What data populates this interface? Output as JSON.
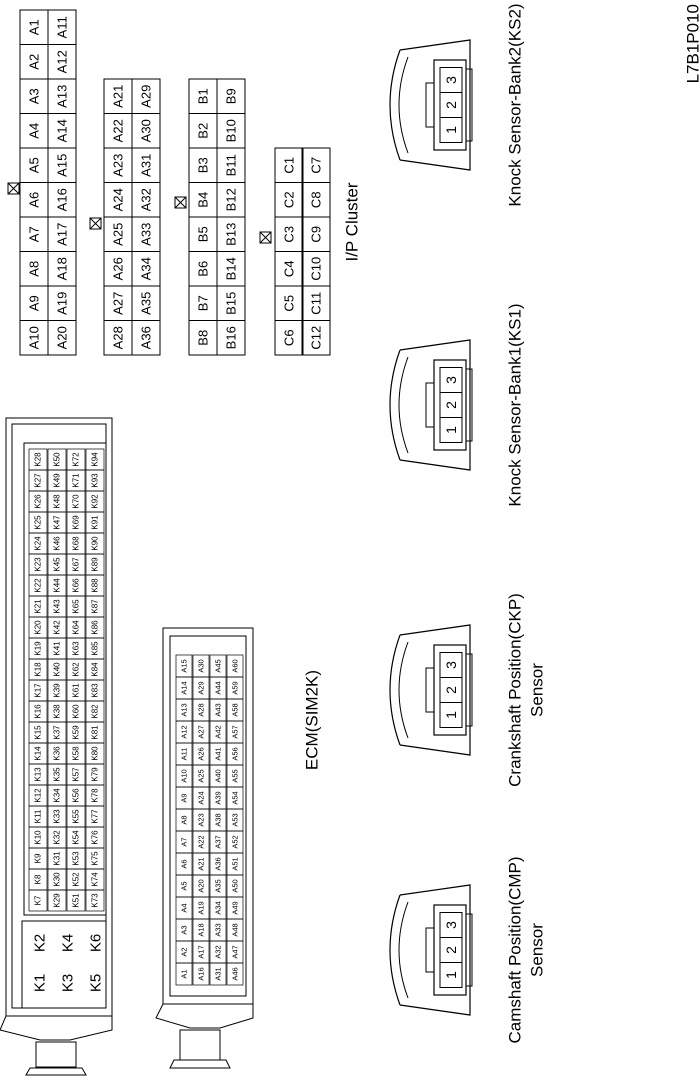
{
  "ip_cluster": {
    "label": "I/P Cluster",
    "rows": [
      [
        "A10",
        "A9",
        "A8",
        "A7",
        "A6",
        "A5",
        "A4",
        "A3",
        "A2",
        "A1"
      ],
      [
        "A20",
        "A19",
        "A18",
        "A17",
        "A16",
        "A15",
        "A14",
        "A13",
        "A12",
        "A11"
      ],
      [
        "A28",
        "A27",
        "A26",
        "A25",
        "A24",
        "A23",
        "A22",
        "A21"
      ],
      [
        "A36",
        "A35",
        "A34",
        "A33",
        "A32",
        "A31",
        "A30",
        "A29"
      ],
      [
        "B8",
        "B7",
        "B6",
        "B5",
        "B4",
        "B3",
        "B2",
        "B1"
      ],
      [
        "B16",
        "B15",
        "B14",
        "B13",
        "B12",
        "B11",
        "B10",
        "B9"
      ],
      [
        "C6",
        "C5",
        "C4",
        "C3",
        "C2",
        "C1"
      ],
      [
        "C12",
        "C11",
        "C10",
        "C9",
        "C8",
        "C7"
      ]
    ]
  },
  "ecm": {
    "label": "ECM(SIM2K)",
    "k_big": [
      [
        "K1",
        "K2"
      ],
      [
        "K3",
        "K4"
      ],
      [
        "K5",
        "K6"
      ]
    ],
    "k_rows": [
      [
        "K7",
        "K8",
        "K9",
        "K10",
        "K11",
        "K12",
        "K13",
        "K14",
        "K15",
        "K16",
        "K17",
        "K18",
        "K19",
        "K20",
        "K21",
        "K22",
        "K23",
        "K24",
        "K25",
        "K26",
        "K27",
        "K28"
      ],
      [
        "K29",
        "K30",
        "K31",
        "K32",
        "K33",
        "K34",
        "K35",
        "K36",
        "K37",
        "K38",
        "K39",
        "K40",
        "K41",
        "K42",
        "K43",
        "K44",
        "K45",
        "K46",
        "K47",
        "K48",
        "K49",
        "K50"
      ],
      [
        "K51",
        "K52",
        "K53",
        "K54",
        "K55",
        "K56",
        "K57",
        "K58",
        "K59",
        "K60",
        "K61",
        "K62",
        "K63",
        "K64",
        "K65",
        "K66",
        "K67",
        "K68",
        "K69",
        "K70",
        "K71",
        "K72"
      ],
      [
        "K73",
        "K74",
        "K75",
        "K76",
        "K77",
        "K78",
        "K79",
        "K80",
        "K81",
        "K82",
        "K83",
        "K84",
        "K85",
        "K86",
        "K87",
        "K88",
        "K89",
        "K90",
        "K91",
        "K92",
        "K93",
        "K94"
      ]
    ],
    "a_rows": [
      [
        "A1",
        "A2",
        "A3",
        "A4",
        "A5",
        "A6",
        "A7",
        "A8",
        "A9",
        "A10",
        "A11",
        "A12",
        "A13",
        "A14",
        "A15"
      ],
      [
        "A16",
        "A17",
        "A18",
        "A19",
        "A20",
        "A21",
        "A22",
        "A23",
        "A24",
        "A25",
        "A26",
        "A27",
        "A28",
        "A29",
        "A30"
      ],
      [
        "A31",
        "A32",
        "A33",
        "A34",
        "A35",
        "A36",
        "A37",
        "A38",
        "A39",
        "A40",
        "A41",
        "A42",
        "A43",
        "A44",
        "A45"
      ],
      [
        "A46",
        "A47",
        "A48",
        "A49",
        "A50",
        "A51",
        "A52",
        "A53",
        "A54",
        "A55",
        "A56",
        "A57",
        "A58",
        "A59",
        "A60"
      ]
    ]
  },
  "sensors": [
    {
      "id": "cmp",
      "label_line1": "Camshaft Position(CMP)",
      "label_line2": "Sensor",
      "pins": [
        "1",
        "2",
        "3"
      ]
    },
    {
      "id": "ckp",
      "label_line1": "Crankshaft Position(CKP)",
      "label_line2": "Sensor",
      "pins": [
        "1",
        "2",
        "3"
      ]
    },
    {
      "id": "ks1",
      "label_line1": "Knock Sensor-Bank1(KS1)",
      "label_line2": "",
      "pins": [
        "1",
        "2",
        "3"
      ]
    },
    {
      "id": "ks2",
      "label_line1": "Knock Sensor-Bank2(KS2)",
      "label_line2": "",
      "pins": [
        "1",
        "2",
        "3"
      ]
    }
  ],
  "figure_code": "L7B1P010"
}
